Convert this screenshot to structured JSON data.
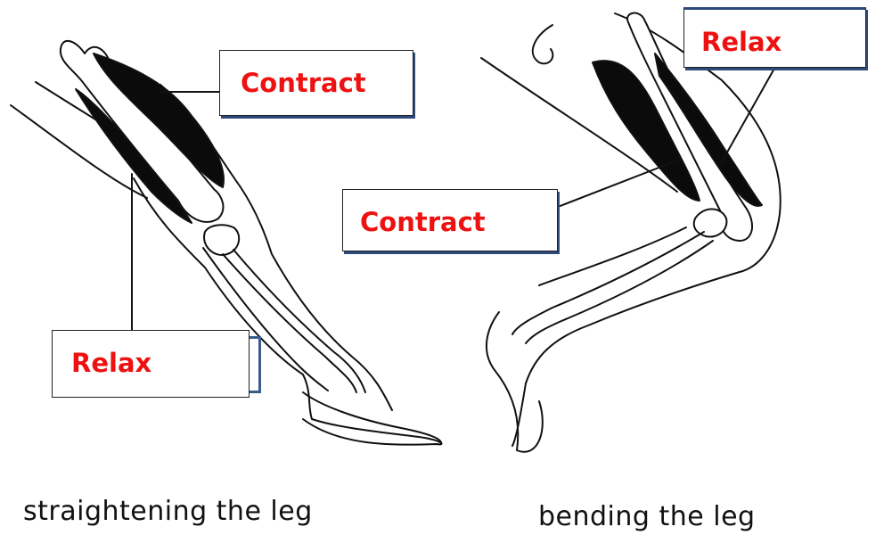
{
  "left_figure": {
    "upper_label": "Contract",
    "lower_label": "Relax",
    "caption": "straightening the leg"
  },
  "right_figure": {
    "upper_label": "Relax",
    "lower_label": "Contract",
    "caption": "bending the leg"
  },
  "colors": {
    "label_text": "#ee1111",
    "muscle": "#0b0b0b",
    "outline": "#111111",
    "box_shadow": "#2e4a7a"
  }
}
